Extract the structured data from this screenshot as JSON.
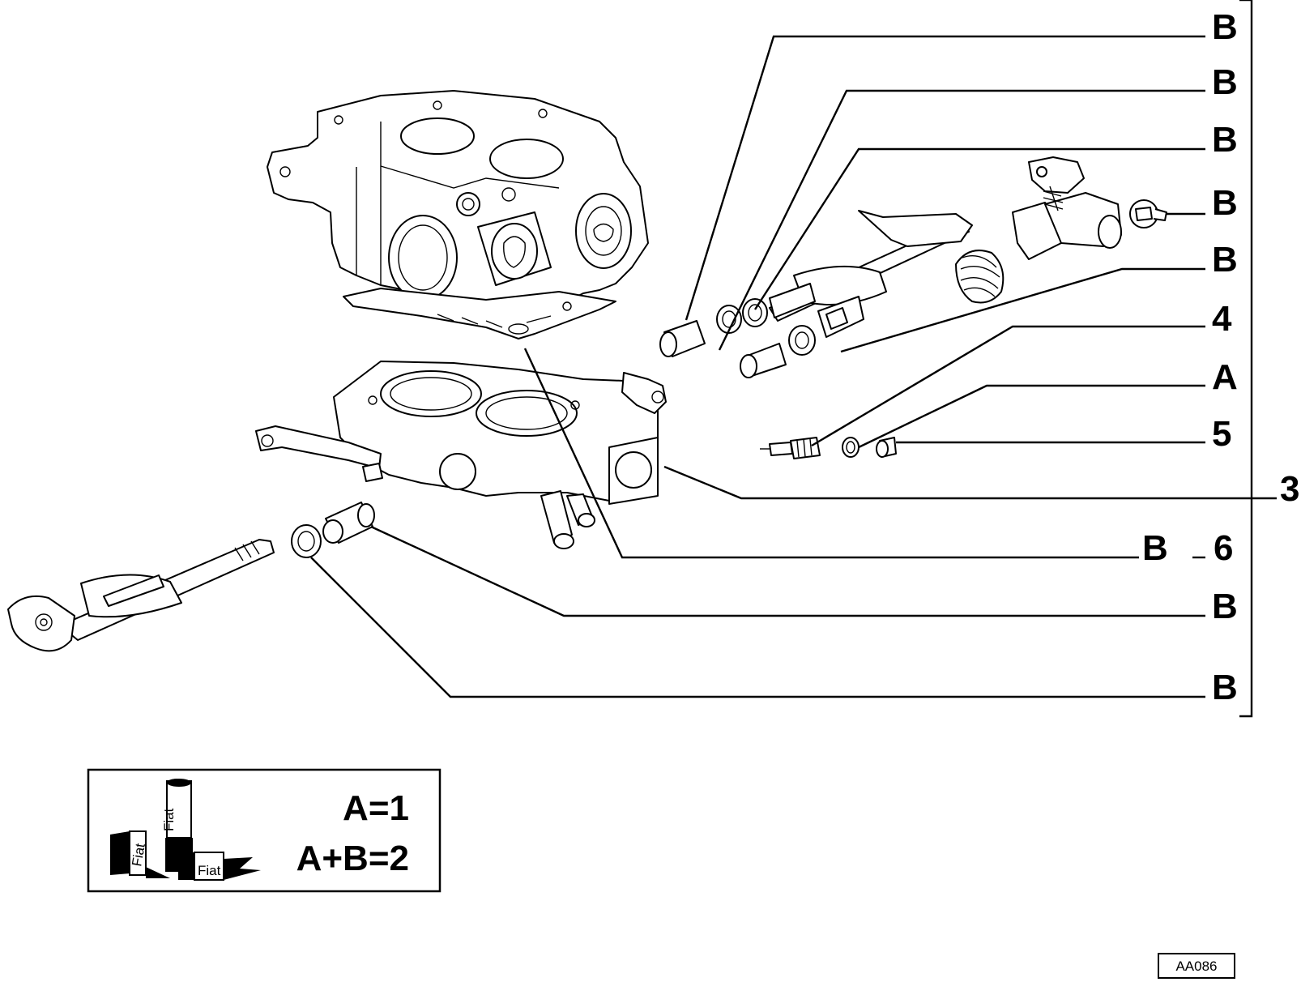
{
  "callouts": {
    "b1": "B",
    "b2": "B",
    "b3": "B",
    "b4": "B",
    "b5": "B",
    "n4": "4",
    "a": "A",
    "n5": "5",
    "n3": "3",
    "b6a": "B",
    "n6": "6",
    "b7": "B",
    "b8": "B"
  },
  "legend": {
    "line1": "A=1",
    "line2": "A+B=2",
    "can_label_top": "Fiat",
    "can_label_small1": "Fiat",
    "can_label_small2": "Fiat"
  },
  "reference_code": "AA086"
}
